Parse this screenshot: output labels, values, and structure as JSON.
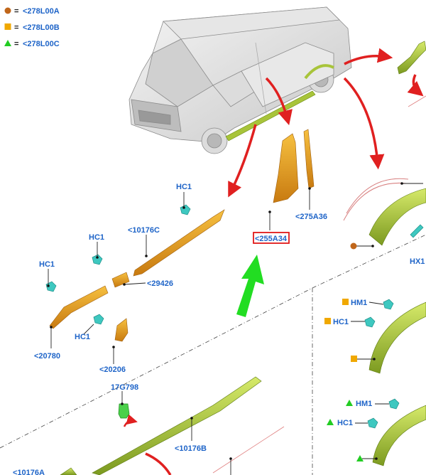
{
  "legend": [
    {
      "marker": "circle",
      "color": "#c0661a",
      "eq": "=",
      "text": "<278L00A"
    },
    {
      "marker": "square",
      "color": "#f0a800",
      "eq": "=",
      "text": "<278L00B"
    },
    {
      "marker": "triangle",
      "color": "#22cc22",
      "eq": "=",
      "text": "<278L00C"
    }
  ],
  "labels": {
    "hc1_top": "HC1",
    "hc1_mid": "HC1",
    "hc1_left": "HC1",
    "hc1_low": "HC1",
    "p10176c": "<10176C",
    "p29426": "<29426",
    "p20780": "<20780",
    "p20206": "<20206",
    "p275a36": "<275A36",
    "p255a34": "<255A34",
    "p17g798": "17G798",
    "p10176b": "<10176B",
    "p10176a": "<10176A",
    "hx1": "HX1",
    "hm1_upper": "HM1",
    "hc1_right_upper": "HC1",
    "hm1_lower": "HM1",
    "hc1_right_lower": "HC1"
  },
  "colors": {
    "trim_orange": "#e8a020",
    "trim_green": "#a8c43a",
    "clip_teal": "#3ec8c0",
    "arrow_red": "#e02020",
    "arrow_green": "#22dd22",
    "label_blue": "#1e64c8",
    "highlight_box": "#e01818"
  }
}
